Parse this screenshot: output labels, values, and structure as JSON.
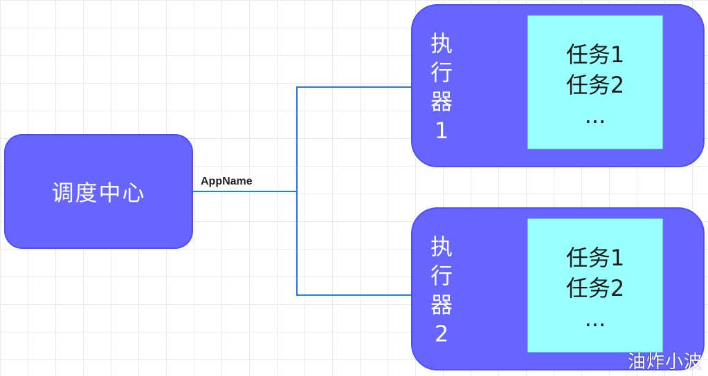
{
  "colors": {
    "node_fill": "#6666ff",
    "task_fill": "#99ffff",
    "connector": "#1a7fe0",
    "grid": "#e9e9e9"
  },
  "center_node": {
    "label": "调度中心"
  },
  "edge_label": "AppName",
  "executors": [
    {
      "label_chars": [
        "执",
        "行",
        "器",
        "1"
      ],
      "tasks": [
        "任务1",
        "任务2",
        "..."
      ]
    },
    {
      "label_chars": [
        "执",
        "行",
        "器",
        "2"
      ],
      "tasks": [
        "任务1",
        "任务2",
        "..."
      ]
    }
  ],
  "watermark": "油炸小波"
}
